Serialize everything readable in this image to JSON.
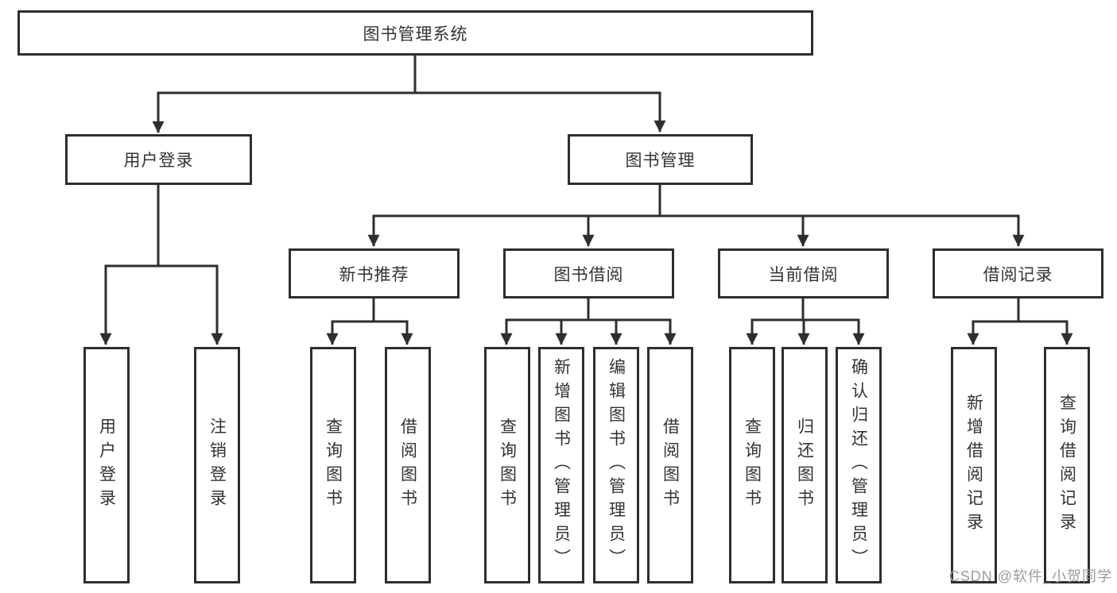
{
  "tree": {
    "label": "图书管理系统",
    "children": [
      {
        "label": "用户登录",
        "children": [
          {
            "label": "用户登录"
          },
          {
            "label": "注销登录"
          }
        ]
      },
      {
        "label": "图书管理",
        "children": [
          {
            "label": "新书推荐",
            "children": [
              {
                "label": "查询图书"
              },
              {
                "label": "借阅图书"
              }
            ]
          },
          {
            "label": "图书借阅",
            "children": [
              {
                "label": "查询图书"
              },
              {
                "label": "新增图书（管理员）"
              },
              {
                "label": "编辑图书（管理员）"
              },
              {
                "label": "借阅图书"
              }
            ]
          },
          {
            "label": "当前借阅",
            "children": [
              {
                "label": "查询图书"
              },
              {
                "label": "归还图书"
              },
              {
                "label": "确认归还（管理员）"
              }
            ]
          },
          {
            "label": "借阅记录",
            "children": [
              {
                "label": "新增借阅记录"
              },
              {
                "label": "查询借阅记录"
              }
            ]
          }
        ]
      }
    ]
  },
  "watermark": {
    "text": "CSDN @软件_小贺同学"
  },
  "colors": {
    "line": "#2e2e2e",
    "text": "#333333",
    "watermark": "#9c9c9c",
    "background": "#ffffff"
  }
}
